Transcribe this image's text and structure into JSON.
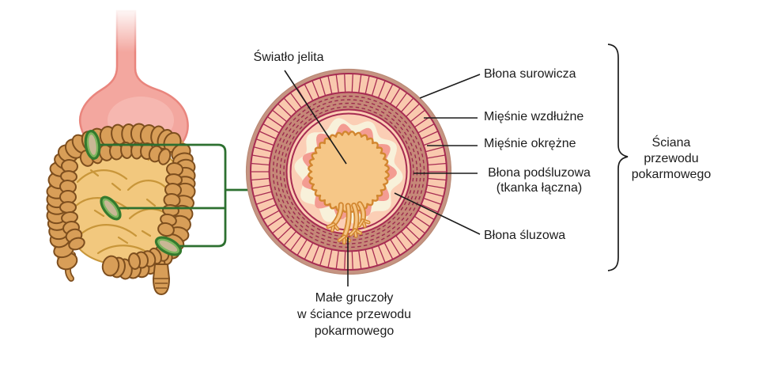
{
  "diagram": {
    "labels": {
      "lumen": "Światło jelita",
      "serosa": "Błona surowicza",
      "longitudinal_muscles": "Mięśnie wzdłużne",
      "circular_muscles": "Mięśnie okrężne",
      "submucosa": "Błona podśluzowa\n(tkanka łączna)",
      "mucosa": "Błona śluzowa",
      "small_glands": "Małe gruczoły\nw ściance przewodu\npokarmowego",
      "wall": "Ściana\nprzewodu\npokarmowego"
    },
    "colors": {
      "line_black": "#1c1c1c",
      "green_line": "#2d7030",
      "marker_green_dark": "#347a2e",
      "marker_green_light": "#7cb55e",
      "marker_center_tan": "#c9b795",
      "serosa_tan": "#c69482",
      "serosa_edge": "#b98a76",
      "crimson": "#a72c52",
      "dash_crimson": "#9c2b4e",
      "muscle_band_pink": "#f9c9ae",
      "circular_band_mauve": "#c68878",
      "submucosa_pink": "#fbceb5",
      "cream": "#f8f1da",
      "mucosa_salmon": "#f39c92",
      "gland_orange": "#d2862f",
      "lumen_orange": "#f6c787",
      "stomach_pink": "#f3a79f",
      "stomach_outline": "#e9857d",
      "stomach_highlight": "#f8c4bd",
      "colon_tan": "#d89e58",
      "colon_outline": "#7d4e1e",
      "intestine_yellow": "#f2c87e",
      "intestine_line": "#c8963a"
    }
  }
}
